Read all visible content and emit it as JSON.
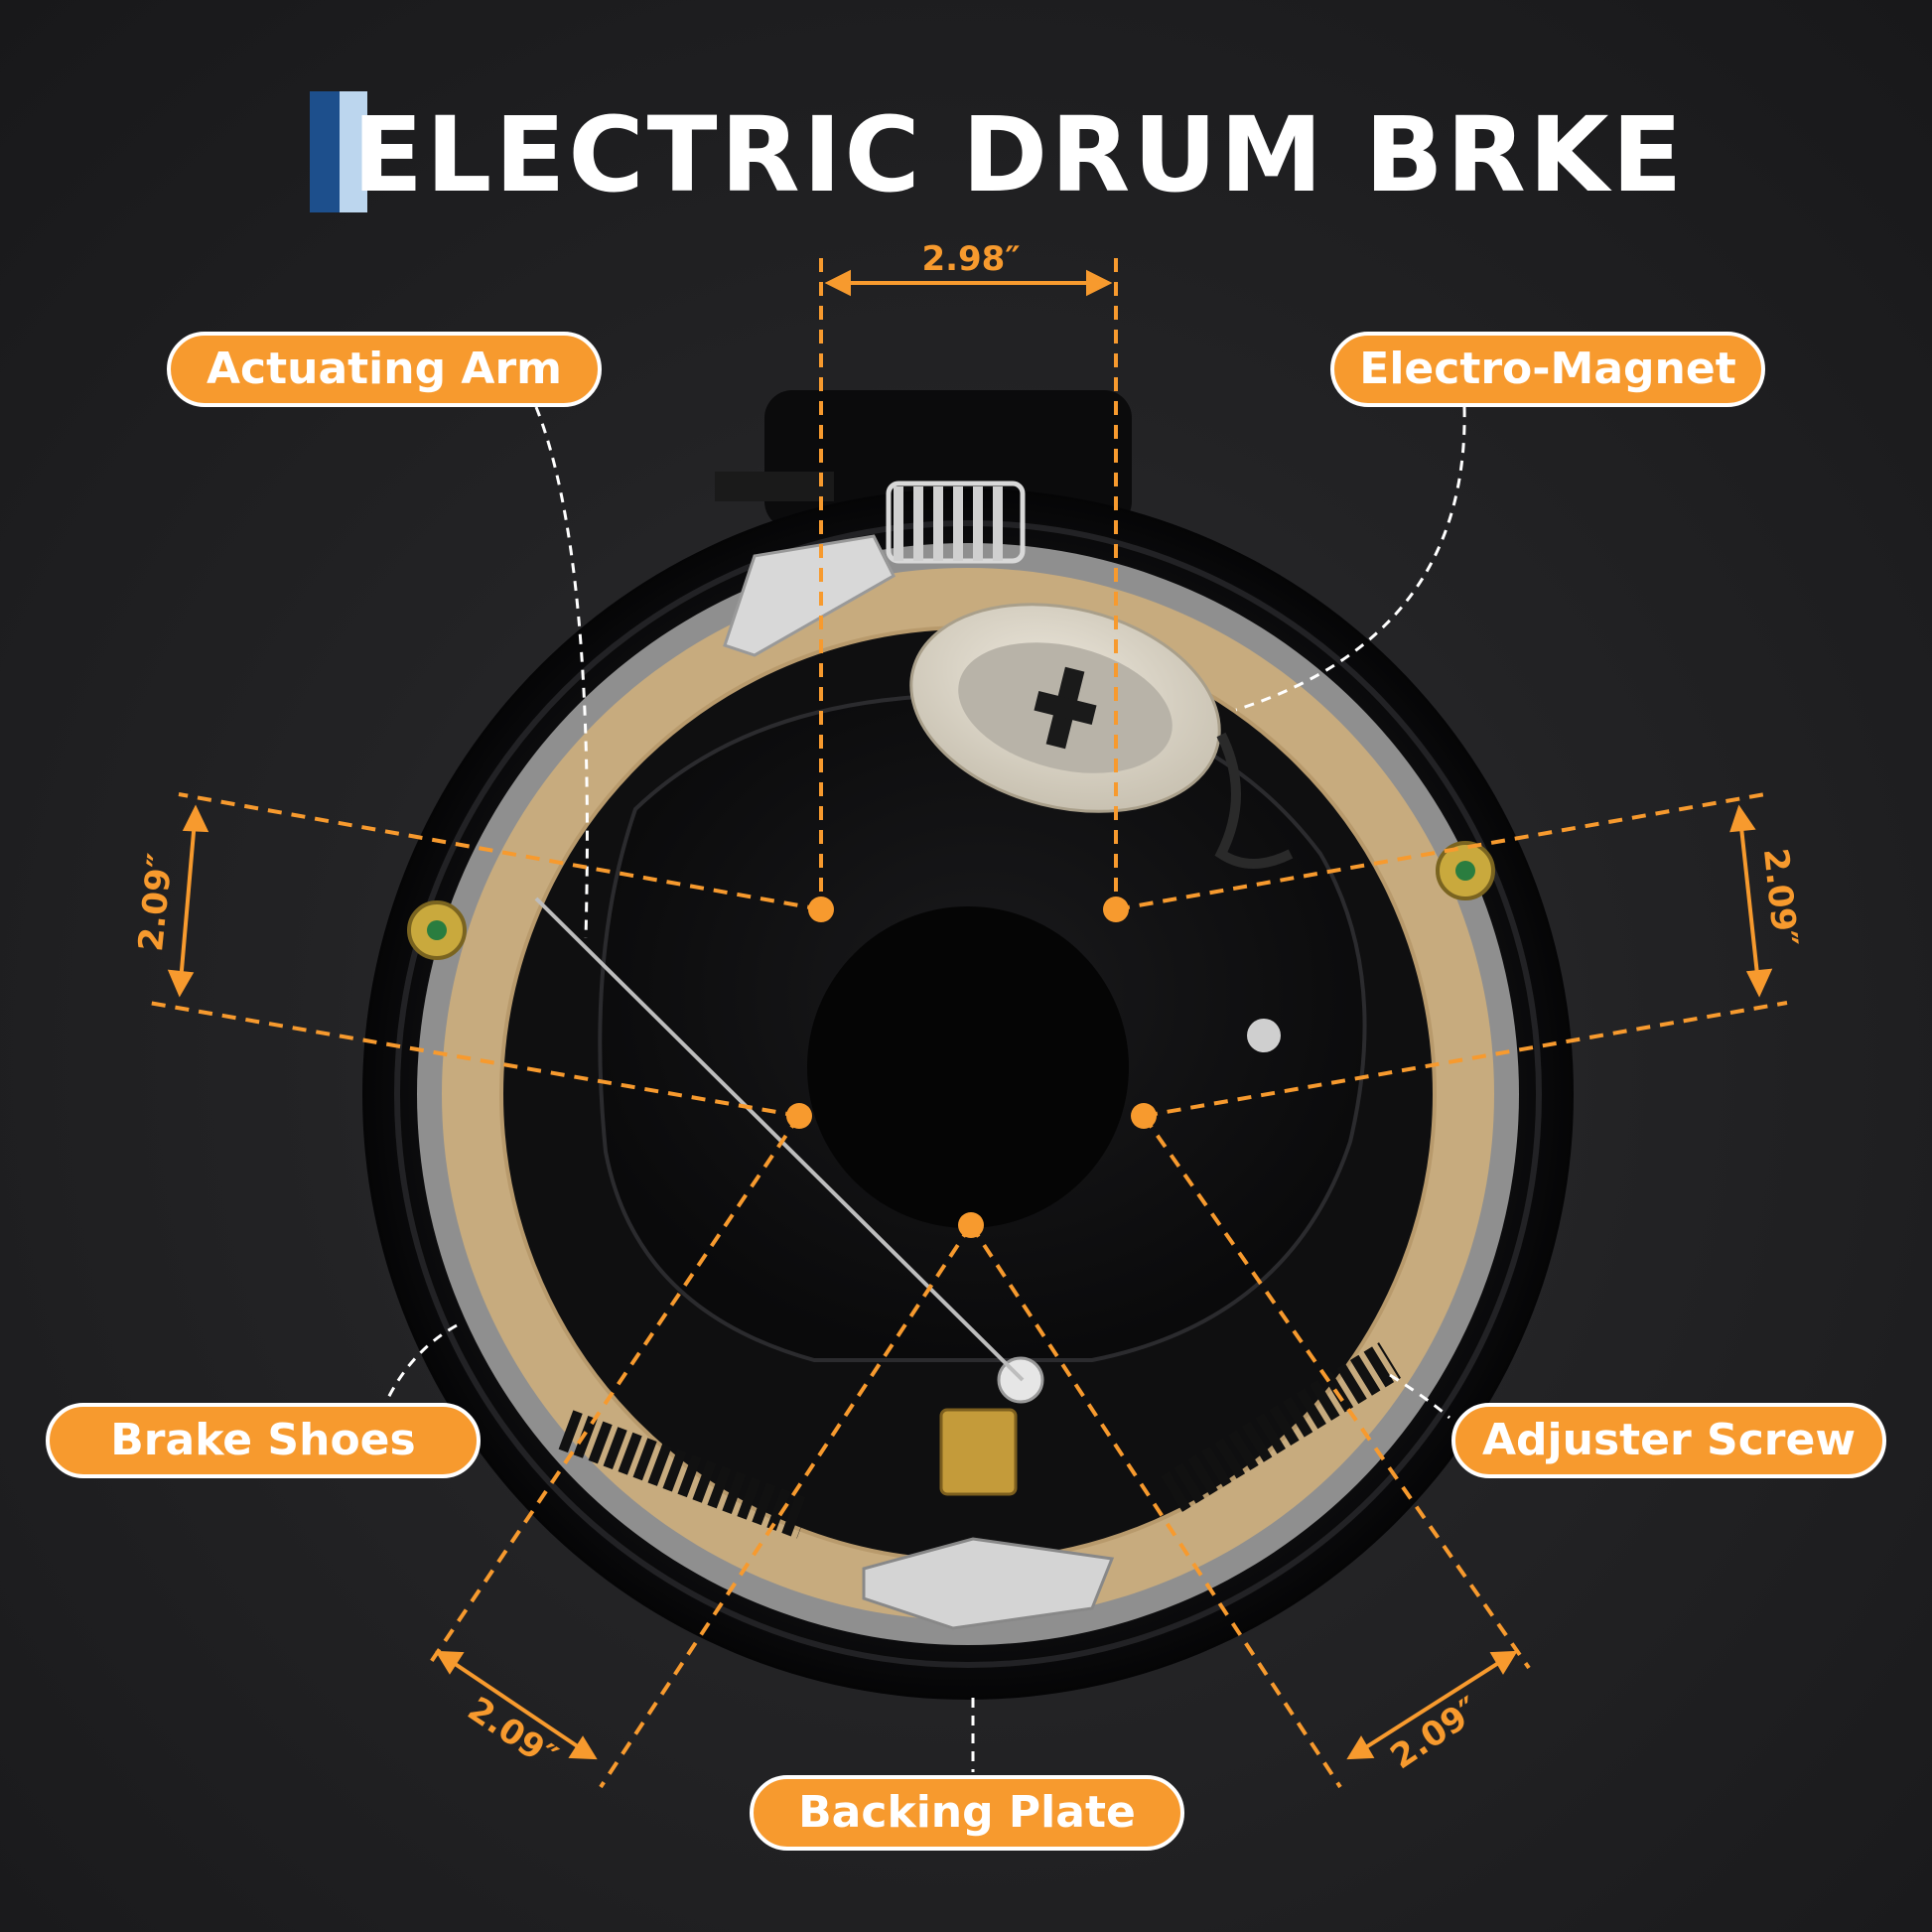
{
  "title": "ELECTRIC DRUM BRKE",
  "colors": {
    "accent": "#f79a2e",
    "title_bar_dark": "#1d4f8c",
    "title_bar_light": "#bcd6ee",
    "label_text": "#ffffff"
  },
  "labels": {
    "actuating_arm": "Actuating Arm",
    "electro_magnet": "Electro-Magnet",
    "brake_shoes": "Brake Shoes",
    "adjuster_screw": "Adjuster Screw",
    "backing_plate": "Backing Plate"
  },
  "dimensions": {
    "top": "2.98″",
    "left": "2.09″",
    "right": "2.09″",
    "bottom_left": "2.09″",
    "bottom_right": "2.09″"
  }
}
